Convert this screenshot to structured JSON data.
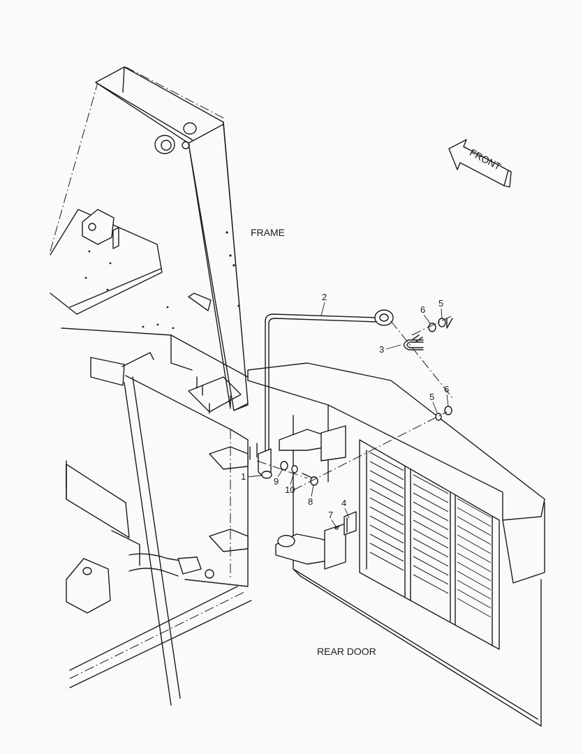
{
  "labels": {
    "frame": "FRAME",
    "rear_door": "REAR DOOR",
    "front": "FRONT"
  },
  "callouts": {
    "c1": "1",
    "c2": "2",
    "c3": "3",
    "c4": "4",
    "c5a": "5",
    "c5b": "5",
    "c6a": "6",
    "c6b": "6",
    "c7": "7",
    "c8": "8",
    "c9": "9",
    "c10": "10"
  }
}
